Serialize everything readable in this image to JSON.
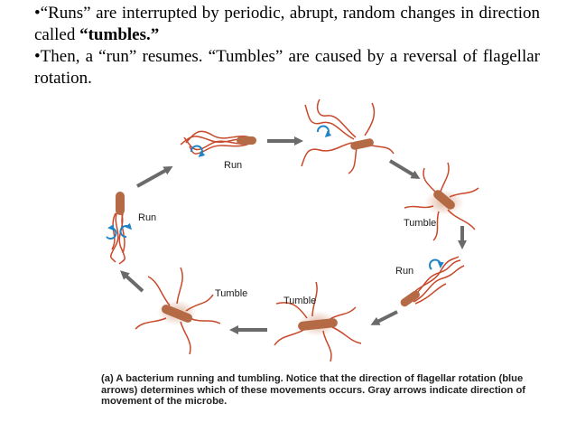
{
  "bullets": {
    "b1_prefix": "•“Runs” are interrupted by periodic, abrupt, random changes in direction called ",
    "b1_bold": "“tumbles.”",
    "b2": "•Then, a “run” resumes. “Tumbles” are caused by a reversal of flagellar rotation."
  },
  "labels": {
    "run_top": "Run",
    "run_left": "Run",
    "run_right": "Run",
    "tumble_right": "Tumble",
    "tumble_bottom_left": "Tumble",
    "tumble_bottom_mid": "Tumble"
  },
  "caption": {
    "prefix": "(a) A bacterium running and tumbling. Notice that the direction of flagellar rotation (blue arrows) determines which of these movements occurs. Gray arrows indicate direction of movement of the microbe."
  },
  "colors": {
    "flagella": "#c8482a",
    "cell": "#b36a45",
    "blue_arrow": "#1e84c5",
    "gray_arrow": "#6a6a6a"
  }
}
